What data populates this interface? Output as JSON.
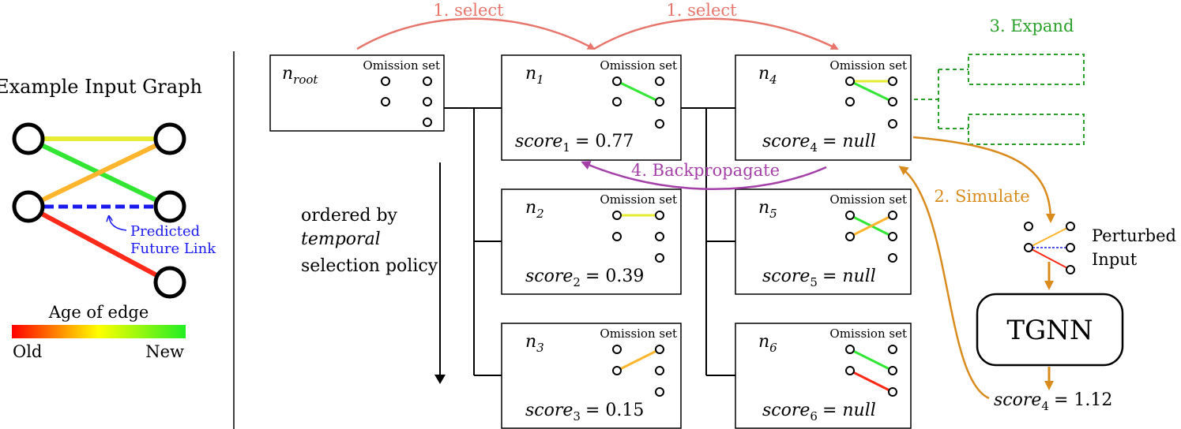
{
  "left_panel": {
    "title": "Example Input Graph",
    "predicted_label_line1": "Predicted",
    "predicted_label_line2": "Future Link",
    "legend_title": "Age of edge",
    "legend_old": "Old",
    "legend_new": "New"
  },
  "colors": {
    "select": "#e8766c",
    "expand": "#2aa02a",
    "simulate": "#d98b1e",
    "backprop": "#a440a8",
    "predicted": "#1a1aee",
    "edge_new": "#33e633",
    "edge_yellow": "#e6ee33",
    "edge_orange": "#ffb62e",
    "edge_old": "#ff2a1a"
  },
  "arrows": {
    "select_1": "1. select",
    "select_2": "1. select",
    "expand": "3. Expand",
    "simulate": "2. Simulate",
    "backprop": "4. Backpropagate"
  },
  "order_text": {
    "line1": "ordered by",
    "line2": "temporal",
    "line3": "selection policy"
  },
  "nodes": {
    "root": {
      "name": "n",
      "sub": "root",
      "omission_label": "Omission set"
    },
    "n1": {
      "name": "n",
      "sub": "1",
      "omission_label": "Omission set",
      "score_var": "score",
      "score_sub": "1",
      "score_value": "= 0.77"
    },
    "n2": {
      "name": "n",
      "sub": "2",
      "omission_label": "Omission set",
      "score_var": "score",
      "score_sub": "2",
      "score_value": "= 0.39"
    },
    "n3": {
      "name": "n",
      "sub": "3",
      "omission_label": "Omission set",
      "score_var": "score",
      "score_sub": "3",
      "score_value": "= 0.15"
    },
    "n4": {
      "name": "n",
      "sub": "4",
      "omission_label": "Omission set",
      "score_var": "score",
      "score_sub": "4",
      "score_value": "= null"
    },
    "n5": {
      "name": "n",
      "sub": "5",
      "omission_label": "Omission set",
      "score_var": "score",
      "score_sub": "5",
      "score_value": "= null"
    },
    "n6": {
      "name": "n",
      "sub": "6",
      "omission_label": "Omission set",
      "score_var": "score",
      "score_sub": "6",
      "score_value": "= null"
    }
  },
  "perturbed": {
    "line1": "Perturbed",
    "line2": "Input"
  },
  "tgnn": {
    "label": "TGNN"
  },
  "result": {
    "score_var": "score",
    "score_sub": "4",
    "score_value": "= 1.12"
  }
}
